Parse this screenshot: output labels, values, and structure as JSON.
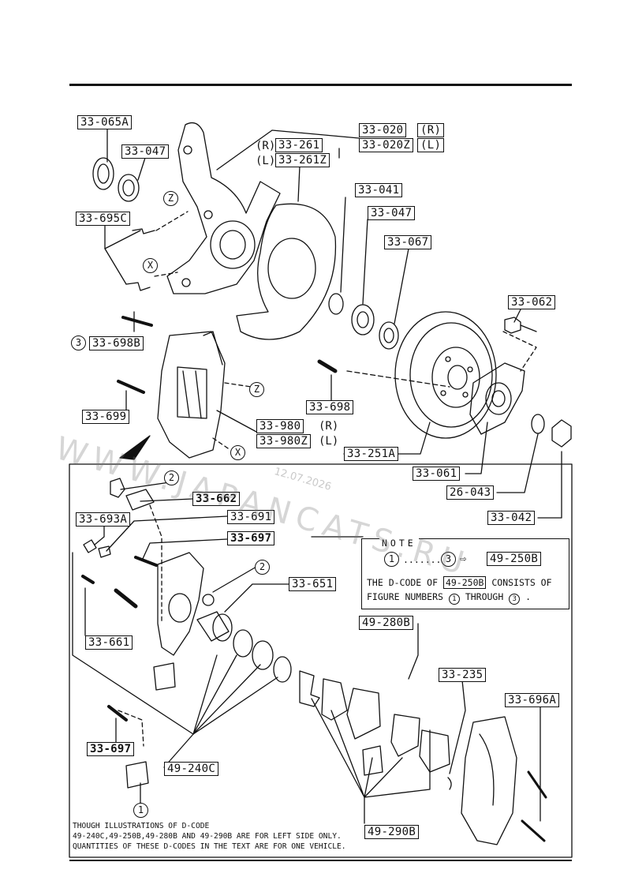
{
  "labels": {
    "l_33_065A": "33-065A",
    "l_33_047a": "33-047",
    "l_33_695C": "33-695C",
    "l_33_020": "33-020",
    "l_33_020Z": "33-020Z",
    "l_R1": "(R)",
    "l_L1": "(L)",
    "l_33_261_pre": "(R)",
    "l_33_261": "33-261",
    "l_33_261Z_pre": "(L)",
    "l_33_261Z": "33-261Z",
    "l_33_041": "33-041",
    "l_33_047b": "33-047",
    "l_33_067": "33-067",
    "l_33_062": "33-062",
    "l_33_698B": "33-698B",
    "l_33_699": "33-699",
    "l_33_698": "33-698",
    "l_33_980": "33-980",
    "l_33_980Z": "33-980Z",
    "l_R2": "(R)",
    "l_L2": "(L)",
    "l_33_251A": "33-251A",
    "l_33_061": "33-061",
    "l_26_043": "26-043",
    "l_33_042": "33-042",
    "l_33_662": "33-662",
    "l_33_693A": "33-693A",
    "l_33_691": "33-691",
    "l_33_697a": "33-697",
    "l_33_651": "33-651",
    "l_33_661": "33-661",
    "l_49_280B": "49-280B",
    "l_33_235": "33-235",
    "l_33_696A": "33-696A",
    "l_33_697b": "33-697",
    "l_49_240C": "49-240C",
    "l_49_290B": "49-290B"
  },
  "callouts": {
    "z1": "Z",
    "x1": "X",
    "z2": "Z",
    "x2": "X",
    "c3": "3",
    "c2a": "2",
    "c2b": "2",
    "c1": "1"
  },
  "note": {
    "title": "NOTE",
    "circ1": "1",
    "dots": ".......",
    "circ3": "3",
    "arrow": "⇨",
    "dcode": "49-250B",
    "line1_pre": "THE D-CODE OF",
    "line1_code": "49-250B",
    "line1_post": "CONSISTS OF",
    "line2_pre": "FIGURE NUMBERS",
    "line2_c1": "1",
    "line2_mid": "THROUGH",
    "line2_c3": "3",
    "line2_end": "."
  },
  "footer_note": {
    "line1": "THOUGH ILLUSTRATIONS OF D-CODE",
    "line2": "49-240C,49-250B,49-280B AND 49-290B ARE FOR LEFT SIDE ONLY.",
    "line3": "QUANTITIES OF THESE D-CODES IN THE TEXT ARE FOR ONE VEHICLE."
  },
  "watermark": {
    "text": "WWW.JAPANCATS.RU",
    "date": "12.07.2026"
  }
}
